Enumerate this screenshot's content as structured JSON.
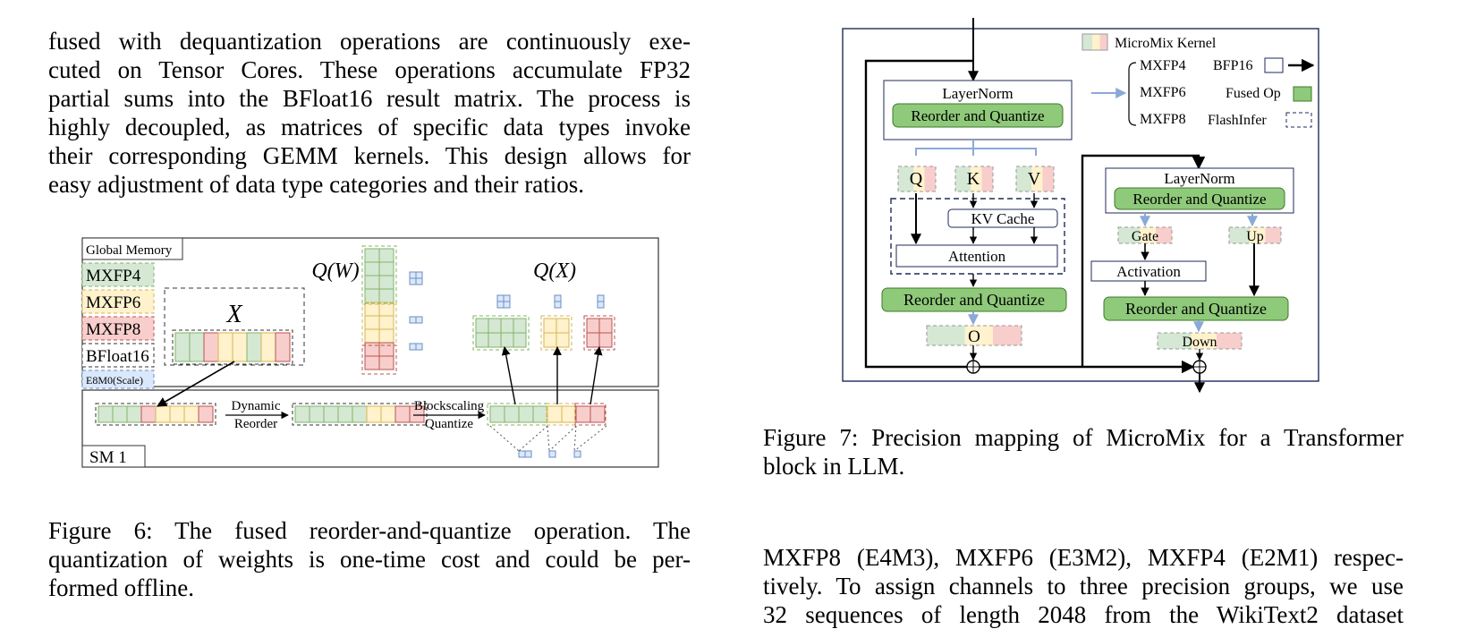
{
  "left_paragraph": {
    "lines": [
      "fused with dequantization operations are continuously exe-",
      "cuted on Tensor Cores. These operations accumulate FP32",
      "partial sums into the BFloat16 result matrix. The process is",
      "highly decoupled, as matrices of specific data types invoke",
      "their corresponding GEMM kernels. This design allows for",
      "easy adjustment of data type categories and their ratios."
    ]
  },
  "figure6": {
    "global_memory_label": "Global Memory",
    "legend": [
      "MXFP4",
      "MXFP6",
      "MXFP8",
      "BFloat16",
      "E8M0(Scale)"
    ],
    "x_label": "X",
    "qw_label": "Q(W)",
    "qx_label": "Q(X)",
    "dynamic_reorder_label": [
      "Dynamic",
      "Reorder"
    ],
    "blockscaling_label": [
      "Blockscaling",
      "Quantize"
    ],
    "sm_label": "SM 1",
    "caption": [
      "Figure 6: The fused reorder-and-quantize operation. The",
      "quantization of weights is one-time cost and could be per-",
      "formed offline."
    ]
  },
  "figure7": {
    "legend_kernel": "MicroMix Kernel",
    "legend_formats": [
      "MXFP4",
      "MXFP6",
      "MXFP8"
    ],
    "legend_bfp16": "BFP16",
    "legend_fused": "Fused Op",
    "legend_flashinfer": "FlashInfer",
    "attn_layernorm": "LayerNorm",
    "attn_reorder": "Reorder and Quantize",
    "q": "Q",
    "k": "K",
    "v": "V",
    "kv_cache": "KV Cache",
    "attention": "Attention",
    "attn_reorder2": "Reorder and Quantize",
    "o": "O",
    "mlp_layernorm": "LayerNorm",
    "mlp_reorder": "Reorder and Quantize",
    "gate": "Gate",
    "up": "Up",
    "activation": "Activation",
    "mlp_reorder2": "Reorder and Quantize",
    "down": "Down",
    "caption": [
      "Figure 7: Precision mapping of MicroMix for a Transformer",
      "block in LLM."
    ]
  },
  "right_paragraph": {
    "lines": [
      "MXFP8 (E4M3), MXFP6 (E3M2), MXFP4 (E2M1) respec-",
      "tively. To assign channels to three precision groups, we use",
      "32 sequences of length 2048 from the WikiText2 dataset"
    ]
  },
  "colors": {
    "mxfp4_fill": "#d5e8d4",
    "mxfp4_stroke": "#82b366",
    "mxfp6_fill": "#fff2cc",
    "mxfp6_stroke": "#d6b656",
    "mxfp8_fill": "#f8cecc",
    "mxfp8_stroke": "#b85450",
    "scale_fill": "#dae8fc",
    "scale_stroke": "#6c8ebf",
    "fused_fill": "#8fc97a",
    "fused_stroke": "#3e7a2a",
    "frame": "#1f2a5a"
  }
}
